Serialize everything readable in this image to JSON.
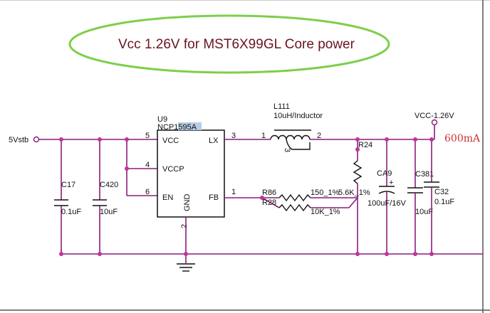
{
  "title": "Vcc 1.26V for MST6X99GL Core power",
  "input_net": "5Vstb",
  "output_net": "VCC-1.26V",
  "output_current": "600mA",
  "colors": {
    "wire": "#8a1c7a",
    "junction": "#c0329e",
    "title_ellipse": "#7ccf4a",
    "title_text": "#6a1420",
    "current_label": "#d03030"
  },
  "ic": {
    "ref": "U9",
    "part": "NCP1595A",
    "pins": {
      "vcc": {
        "name": "VCC",
        "num": "5"
      },
      "vccp": {
        "name": "VCCP",
        "num": "4"
      },
      "en": {
        "name": "EN",
        "num": "6"
      },
      "lx": {
        "name": "LX",
        "num": "3"
      },
      "fb": {
        "name": "FB",
        "num": "1"
      },
      "gnd": {
        "name": "GND",
        "num": "2"
      }
    }
  },
  "inductor": {
    "ref": "L111",
    "value": "10uH/Inductor",
    "pin1": "1",
    "pin2": "2",
    "pin3": "3"
  },
  "components": {
    "c17": {
      "ref": "C17",
      "value": "0.1uF"
    },
    "c420": {
      "ref": "C420",
      "value": "10uF"
    },
    "r24": {
      "ref": "R24",
      "value": "5.6K_1%"
    },
    "r86": {
      "ref": "R86",
      "value": "150_1%"
    },
    "r28": {
      "ref": "R28",
      "value": "10K_1%"
    },
    "ca9": {
      "ref": "CA9",
      "value": "100uF/16V",
      "polarity": "+"
    },
    "c381": {
      "ref": "C381",
      "value": "10uF"
    },
    "c32": {
      "ref": "C32",
      "value": "0.1uF"
    }
  }
}
